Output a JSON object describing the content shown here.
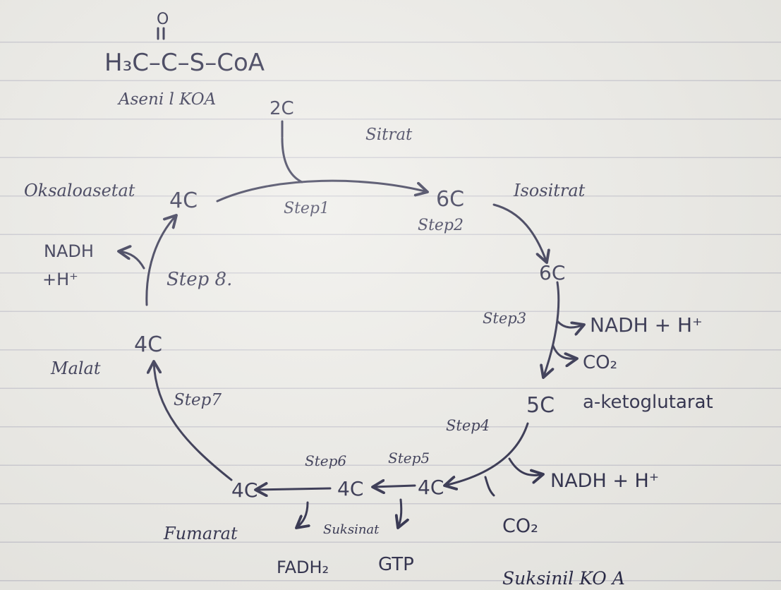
{
  "acetyl": {
    "formula": "H₃C–C–S–CoA",
    "carbonyl_o": "O",
    "name": "Aseni l KOA",
    "carbons": "2C"
  },
  "cycle": {
    "citrate": {
      "carbons": "6C",
      "name": "Sitrat"
    },
    "isocitrate": {
      "carbons": "6C",
      "name": "Isositrat"
    },
    "alpha_kg": {
      "carbons": "5C",
      "name": "a-ketoglutarat"
    },
    "succinyl": {
      "carbons": "4C",
      "name": "Suksinil KO A"
    },
    "succinate": {
      "carbons": "4C",
      "name": "Suksinat"
    },
    "fumarate": {
      "carbons": "4C",
      "name": "Fumarat"
    },
    "malate": {
      "carbons": "4C",
      "name": "Malat"
    },
    "oxaloacetate": {
      "carbons": "4C",
      "name": "Oksaloasetat"
    }
  },
  "steps": {
    "s1": "Step1",
    "s2": "Step2",
    "s3": "Step3",
    "s4": "Step4",
    "s5": "Step5",
    "s6": "Step6",
    "s7": "Step7",
    "s8": "Step 8."
  },
  "products": {
    "step3_nadh": "NADH + H⁺",
    "step3_co2": "CO₂",
    "step4_nadh": "NADH + H⁺",
    "step4_co2": "CO₂",
    "step5_gtp": "GTP",
    "step6_fadh2": "FADH₂",
    "step8_nadh": "NADH",
    "step8_h": "+H⁺"
  }
}
